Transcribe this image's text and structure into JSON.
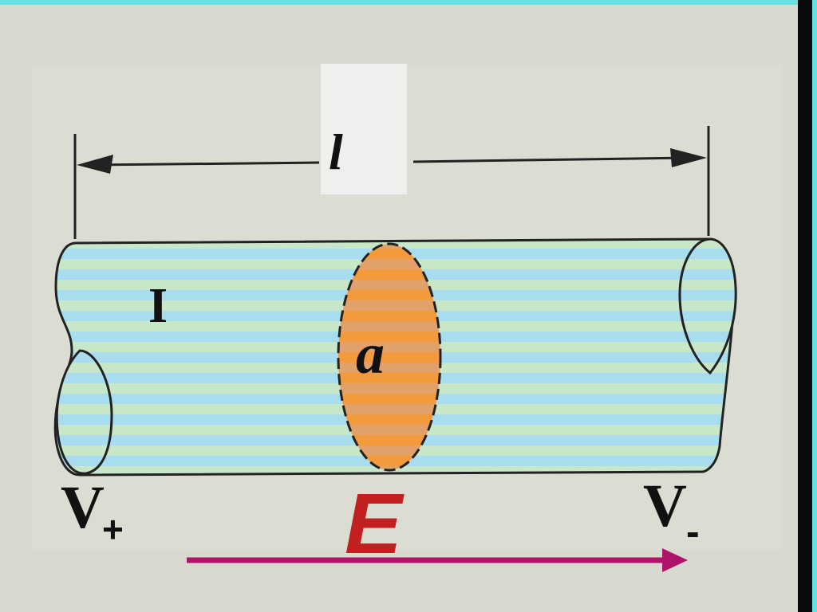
{
  "labels": {
    "length": "l",
    "current": "I",
    "area": "a",
    "v_plus_main": "V",
    "v_plus_sub": "+",
    "v_minus_main": "V",
    "v_minus_sub": "-",
    "field": "E"
  },
  "colors": {
    "frame_top": "#66e0e0",
    "frame_right": "#000000",
    "panel": "#d6d8cc",
    "card": "#dcddd2",
    "cylinder_stripe_a": "#a8dcef",
    "cylinder_stripe_b": "#c8e6c8",
    "cross_section_a": "#f39a3c",
    "cross_section_b": "#e2a06a",
    "field_color": "#c02020",
    "arrow_color": "#b0146a"
  }
}
